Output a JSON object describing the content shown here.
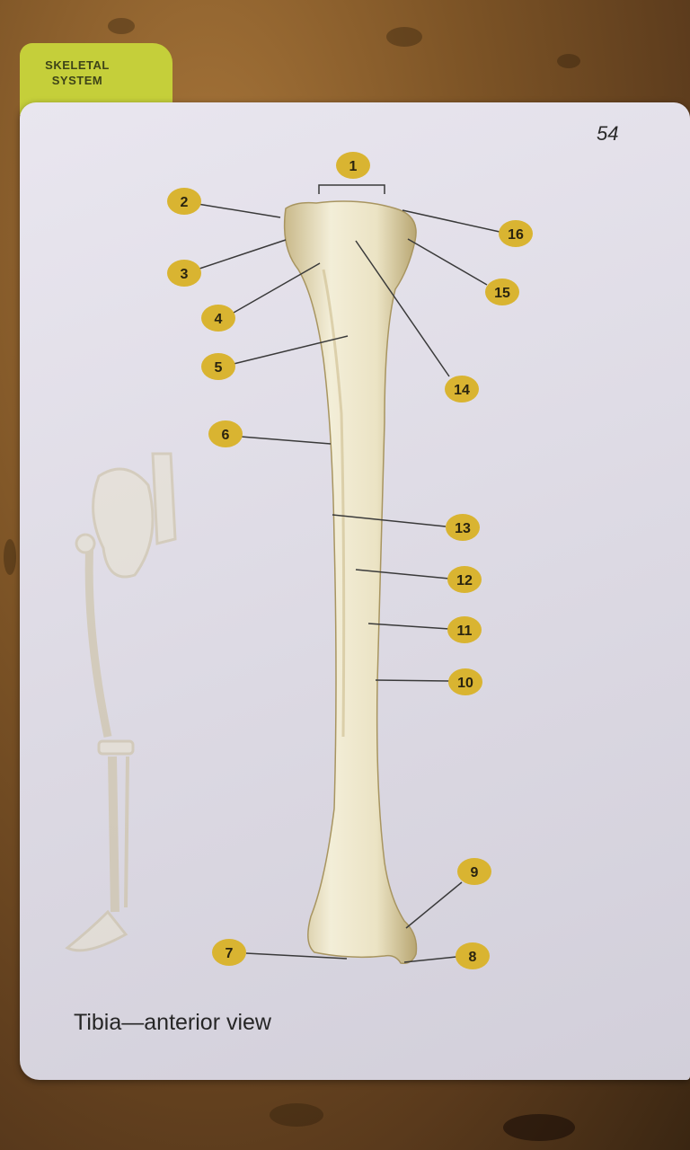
{
  "tab": {
    "label": "SKELETAL\nSYSTEM",
    "color": "#c5cf3a"
  },
  "page_number": "54",
  "caption": "Tibia—anterior view",
  "colors": {
    "marker": "#d9b431",
    "bone": "#efe8cf",
    "bone_shadow": "#c9b98a",
    "card": "#e3e0e9"
  },
  "markers": [
    "1",
    "2",
    "3",
    "4",
    "5",
    "6",
    "7",
    "8",
    "9",
    "10",
    "11",
    "12",
    "13",
    "14",
    "15",
    "16"
  ]
}
